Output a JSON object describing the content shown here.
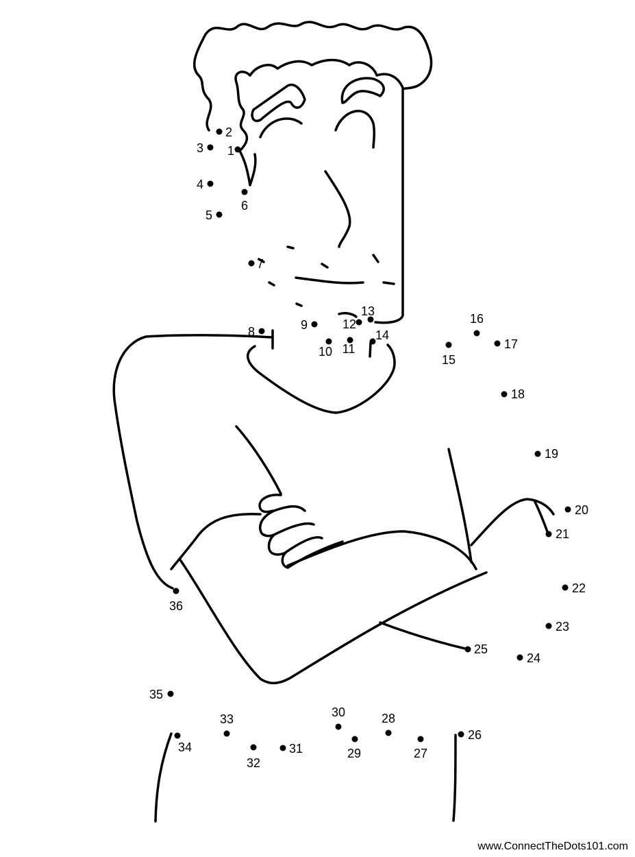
{
  "puzzle": {
    "dot_labels": [
      "1",
      "2",
      "3",
      "4",
      "5",
      "6",
      "7",
      "8",
      "9",
      "10",
      "11",
      "12",
      "13",
      "14",
      "15",
      "16",
      "17",
      "18",
      "19",
      "20",
      "21",
      "22",
      "23",
      "24",
      "25",
      "26",
      "27",
      "28",
      "29",
      "30",
      "31",
      "32",
      "33",
      "34",
      "35",
      "36"
    ],
    "line_color": "#000000"
  },
  "footer": {
    "website": "www.ConnectTheDots101.com"
  }
}
